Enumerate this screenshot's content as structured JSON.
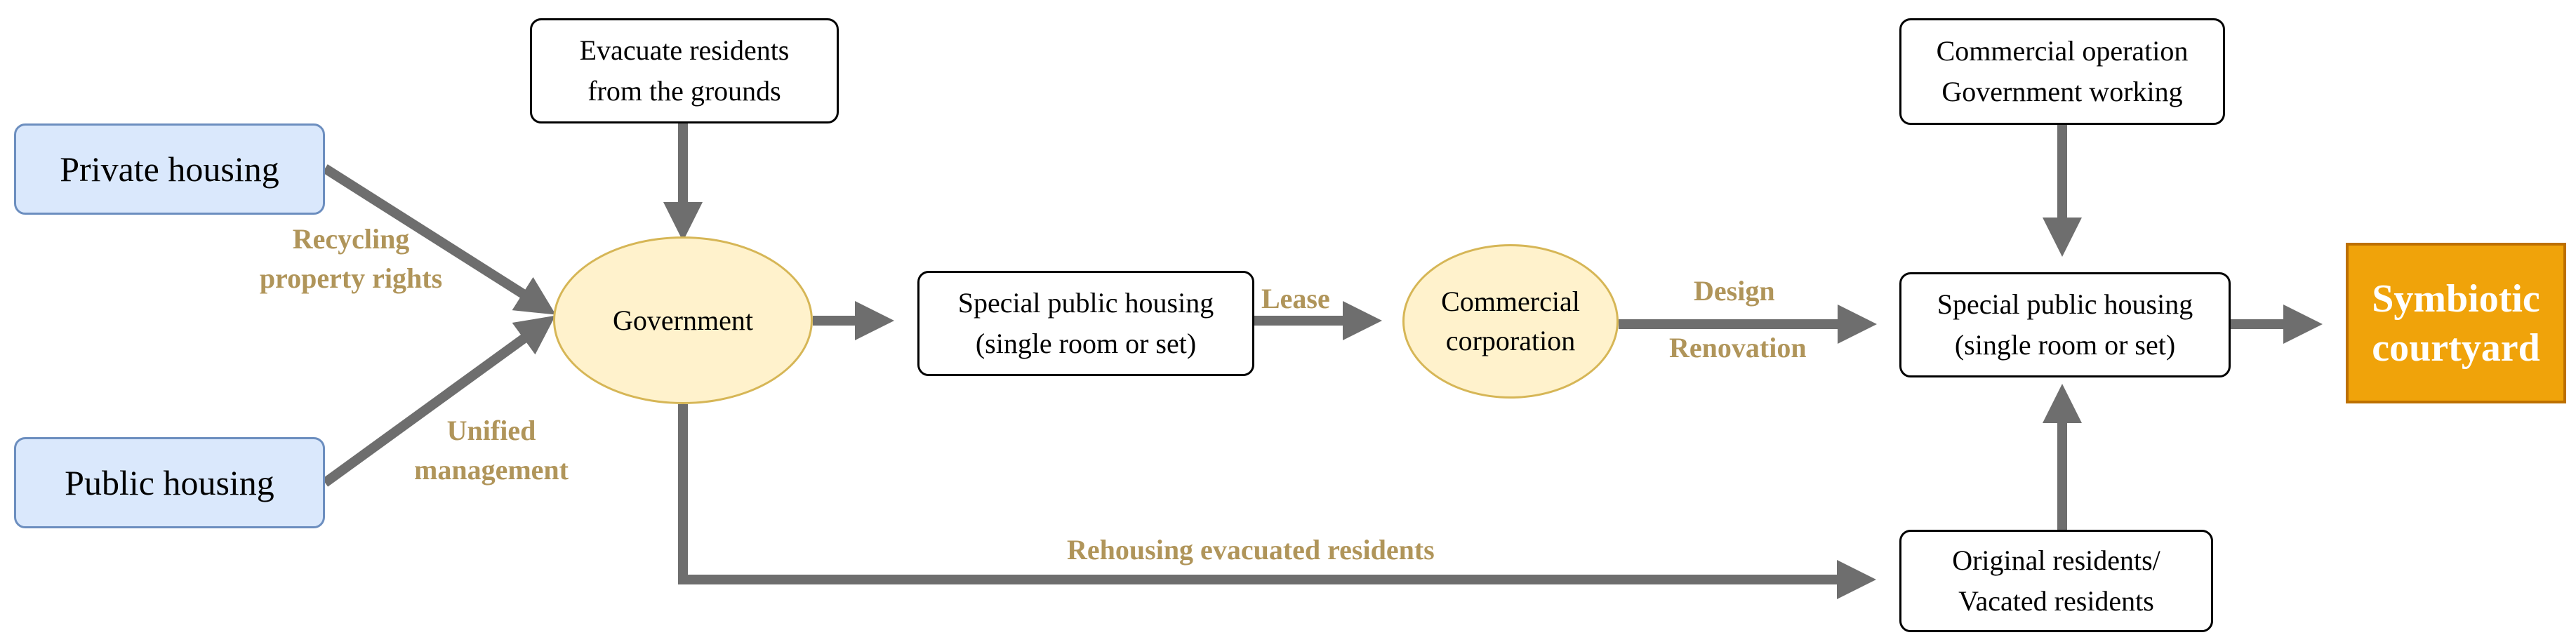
{
  "nodes": {
    "evacuate": "Evacuate residents\nfrom the grounds",
    "private_housing": "Private housing",
    "public_housing": "Public housing",
    "government": "Government",
    "special_housing_1": "Special public housing\n(single room or set)",
    "commercial_corporation": "Commercial\ncorporation",
    "commercial_operation": "Commercial operation\nGovernment working",
    "special_housing_2": "Special public housing\n(single room or set)",
    "symbiotic_courtyard": "Symbiotic\ncourtyard",
    "original_residents": "Original residents/\nVacated residents"
  },
  "edge_labels": {
    "recycling": "Recycling\nproperty rights",
    "unified": "Unified\nmanagement",
    "lease": "Lease",
    "design": "Design",
    "renovation": "Renovation",
    "rehousing": "Rehousing evacuated residents"
  },
  "colors": {
    "arrow": "#6e6e6e",
    "edge_label": "#b0955a",
    "ellipse_fill": "#fff2cc",
    "blue_fill": "#dae8fc",
    "orange_fill": "#f0a30a"
  }
}
